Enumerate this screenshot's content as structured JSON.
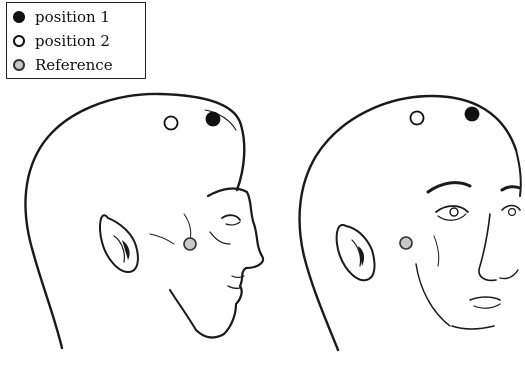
{
  "legend": {
    "items": [
      {
        "label": "position 1",
        "marker": "filled-circle",
        "color": "#111111"
      },
      {
        "label": "position 2",
        "marker": "open-circle",
        "color": "#ffffff"
      },
      {
        "label": "Reference",
        "marker": "gray-circle",
        "color": "#c8c8c8"
      }
    ]
  },
  "views": [
    {
      "name": "side-view",
      "markers": [
        "position 1",
        "position 2",
        "Reference"
      ]
    },
    {
      "name": "three-quarter-view",
      "markers": [
        "position 1",
        "position 2",
        "Reference"
      ]
    }
  ]
}
